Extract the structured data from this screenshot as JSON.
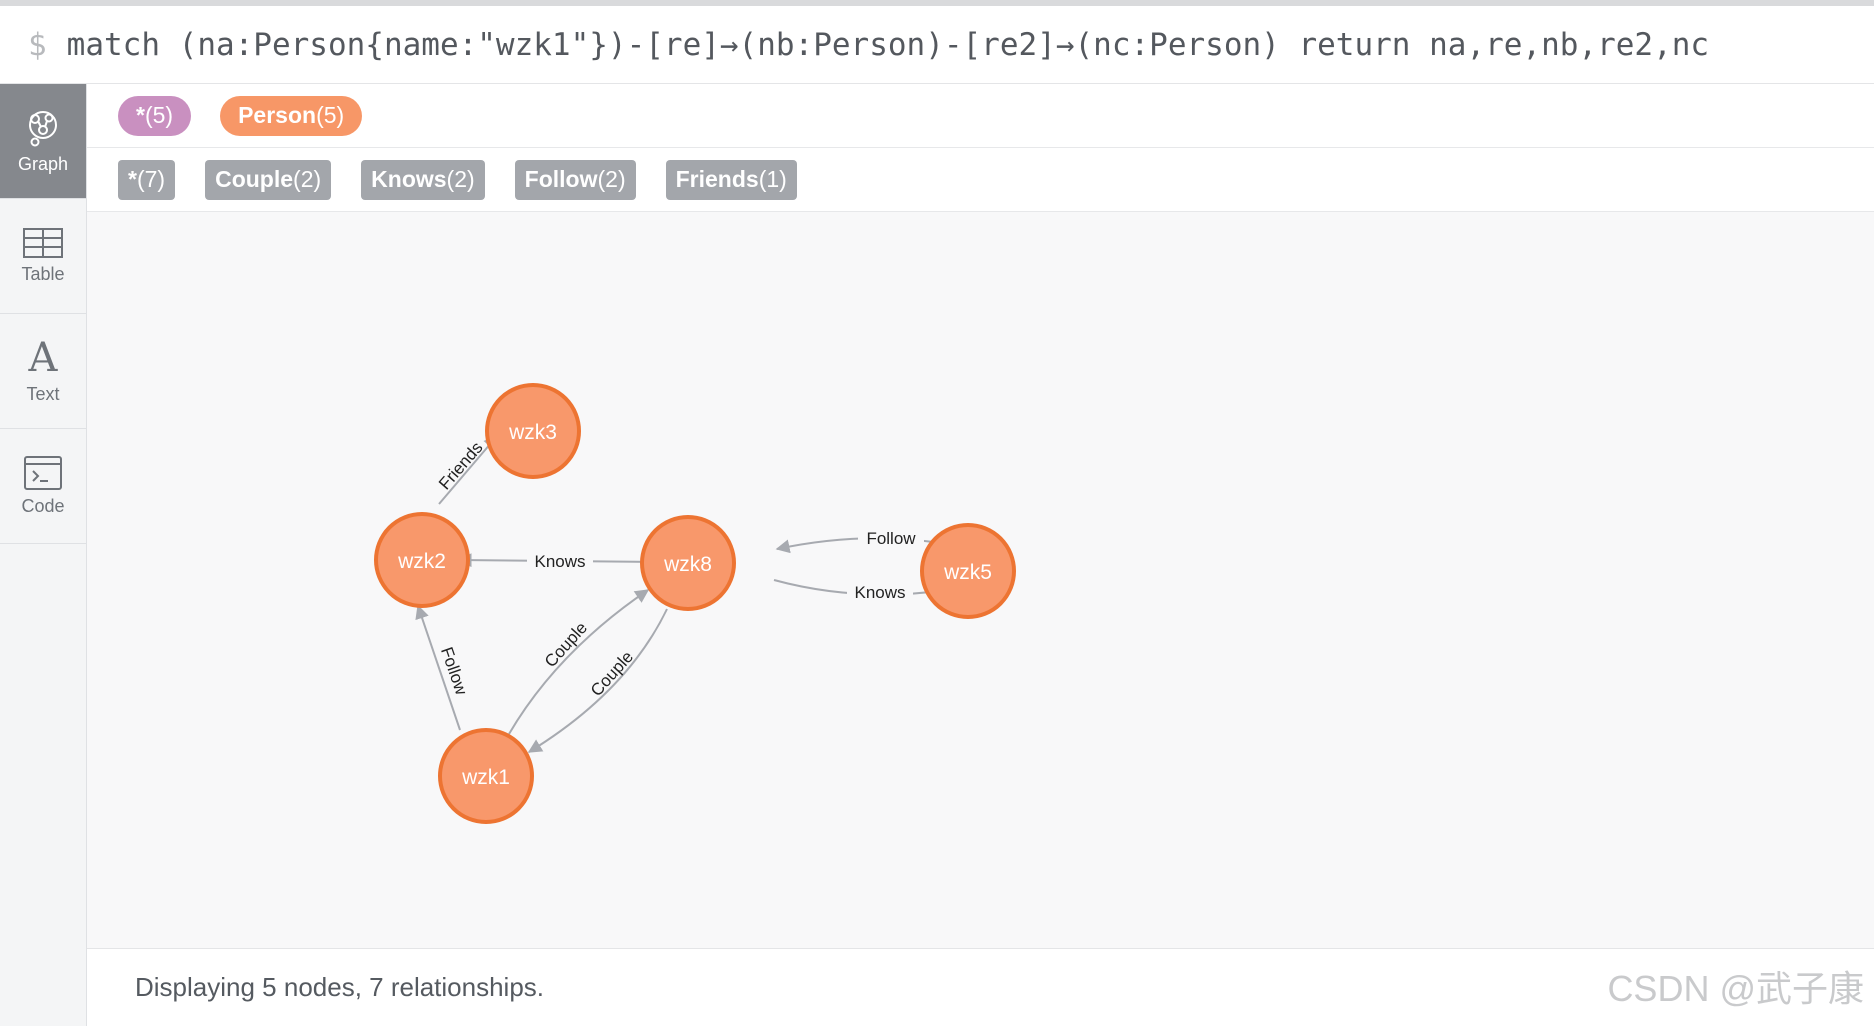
{
  "query": {
    "prompt": "$",
    "text": "match (na:Person{name:\"wzk1\"})-[re]→(nb:Person)-[re2]→(nc:Person) return na,re,nb,re2,nc"
  },
  "sidebar": {
    "items": [
      {
        "label": "Graph",
        "icon": "graph-icon",
        "active": true
      },
      {
        "label": "Table",
        "icon": "table-icon",
        "active": false
      },
      {
        "label": "Text",
        "icon": "text-icon",
        "active": false
      },
      {
        "label": "Code",
        "icon": "code-icon",
        "active": false
      }
    ]
  },
  "node_labels": [
    {
      "name": "*",
      "count": "(5)",
      "color": "#c990c0"
    },
    {
      "name": "Person",
      "count": "(5)",
      "color": "#f79767"
    }
  ],
  "relationship_types": [
    {
      "name": "*",
      "count": "(7)"
    },
    {
      "name": "Couple",
      "count": "(2)"
    },
    {
      "name": "Knows",
      "count": "(2)"
    },
    {
      "name": "Follow",
      "count": "(2)"
    },
    {
      "name": "Friends",
      "count": "(1)"
    }
  ],
  "graph": {
    "nodes": [
      {
        "id": "wzk3",
        "label": "wzk3"
      },
      {
        "id": "wzk2",
        "label": "wzk2"
      },
      {
        "id": "wzk8",
        "label": "wzk8"
      },
      {
        "id": "wzk5",
        "label": "wzk5"
      },
      {
        "id": "wzk1",
        "label": "wzk1"
      }
    ],
    "relationships": [
      {
        "from": "wzk2",
        "to": "wzk3",
        "type": "Friends"
      },
      {
        "from": "wzk8",
        "to": "wzk2",
        "type": "Knows"
      },
      {
        "from": "wzk5",
        "to": "wzk8",
        "type": "Follow"
      },
      {
        "from": "wzk8",
        "to": "wzk5",
        "type": "Knows"
      },
      {
        "from": "wzk1",
        "to": "wzk2",
        "type": "Follow"
      },
      {
        "from": "wzk1",
        "to": "wzk8",
        "type": "Couple"
      },
      {
        "from": "wzk8",
        "to": "wzk1",
        "type": "Couple"
      }
    ]
  },
  "footer": {
    "status": "Displaying 5 nodes, 7 relationships."
  },
  "watermark": "CSDN @武子康"
}
